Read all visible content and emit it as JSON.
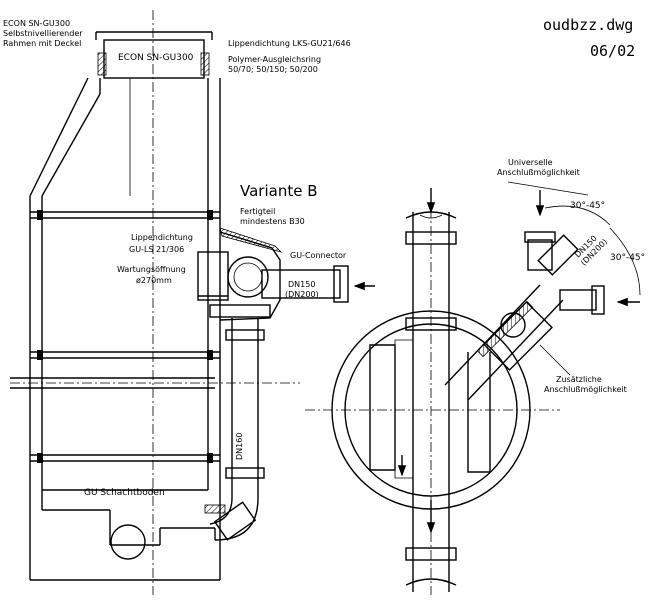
{
  "drawing": {
    "file_name": "oudbzz.dwg",
    "date": "06/02",
    "variant_title": "Variante B"
  },
  "labels": {
    "frame_left_1": "ECON SN-GU300",
    "frame_left_2": "Selbstnivellierender",
    "frame_left_3": "Rahmen mit Deckel",
    "frame_box": "ECON SN-GU300",
    "lip_seal_top": "Lippendichtung LKS-GU21/646",
    "polymer_1": "Polymer-Ausgleichsring",
    "polymer_2": "50/70; 50/150; 50/200",
    "prefab_1": "Fertigteil",
    "prefab_2": "mindestens B30",
    "lip_seal_side_1": "Lippendichtung",
    "lip_seal_side_2": "GU-LS 21/306",
    "gu_connector": "GU-Connector",
    "maint_1": "Wartungsöffnung",
    "maint_2": "ø270mm",
    "dn150": "DN150",
    "dn200": "(DN200)",
    "dn160_vert": "DN160",
    "shaft_bottom": "GU Schachtboden",
    "universal_1": "Universelle",
    "universal_2": "Anschlußmöglichkeit",
    "additional_1": "Zusätzliche",
    "additional_2": "Anschlußmöglichkeit",
    "angle_1": "30°-45°",
    "angle_2": "30°-45°",
    "dn150_small": "DN150",
    "dn200_small": "(DN200)"
  }
}
